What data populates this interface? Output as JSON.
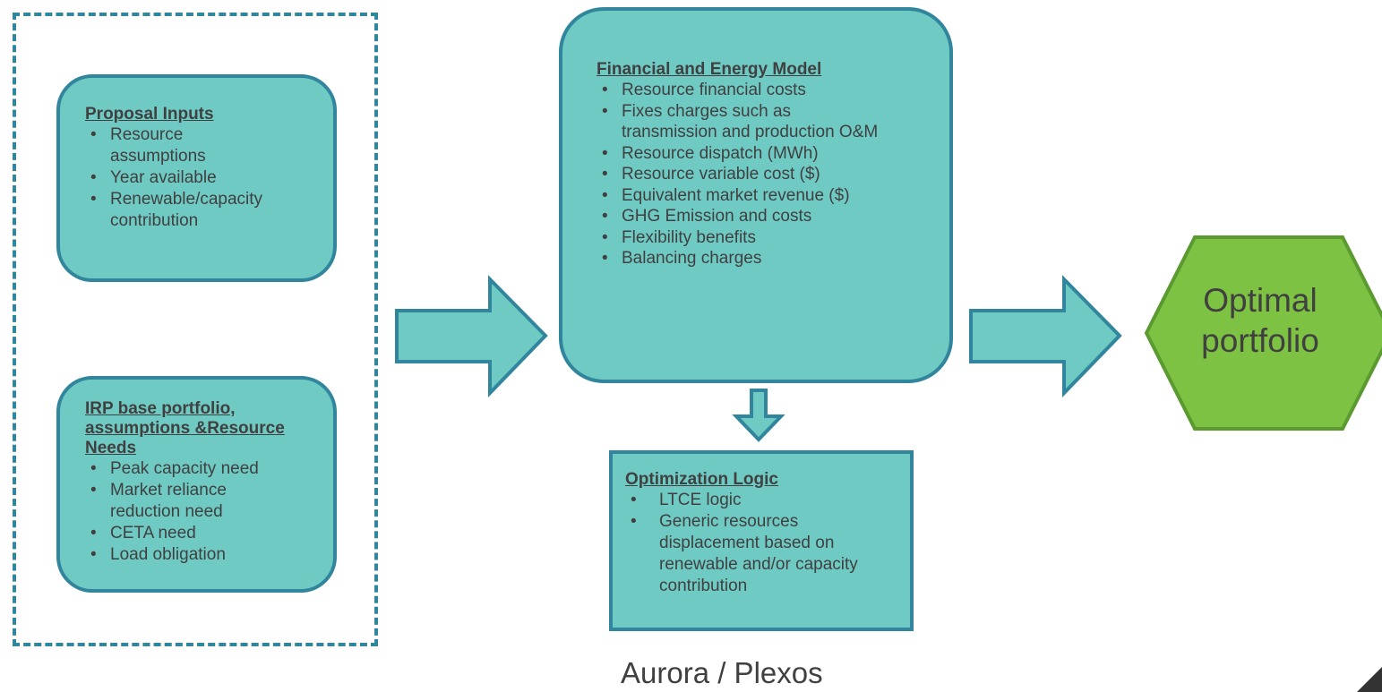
{
  "proposal_inputs": {
    "title": "Proposal Inputs",
    "items": [
      "Resource assumptions",
      "Year available",
      "Renewable/capacity contribution"
    ]
  },
  "irp": {
    "title": "IRP base portfolio, assumptions &Resource Needs",
    "items": [
      "Peak capacity need",
      "Market reliance reduction need",
      "CETA need",
      "Load obligation"
    ]
  },
  "financial_model": {
    "title": "Financial and Energy Model",
    "items": [
      "Resource financial costs",
      "Fixes charges such as transmission and production O&M",
      "Resource dispatch (MWh)",
      "Resource variable cost ($)",
      "Equivalent market revenue ($)",
      "GHG Emission and costs",
      "Flexibility benefits",
      "Balancing charges"
    ]
  },
  "optimization_logic": {
    "title": "Optimization Logic",
    "items": [
      "LTCE logic",
      "Generic resources displacement based on renewable and/or capacity contribution"
    ]
  },
  "output": {
    "label": "Optimal portfolio"
  },
  "tool_label": "Aurora / Plexos",
  "colors": {
    "teal_fill": "#6fcac4",
    "teal_border": "#31859c",
    "green_fill": "#7dc242",
    "green_border": "#5a9a30",
    "text": "#404040"
  }
}
